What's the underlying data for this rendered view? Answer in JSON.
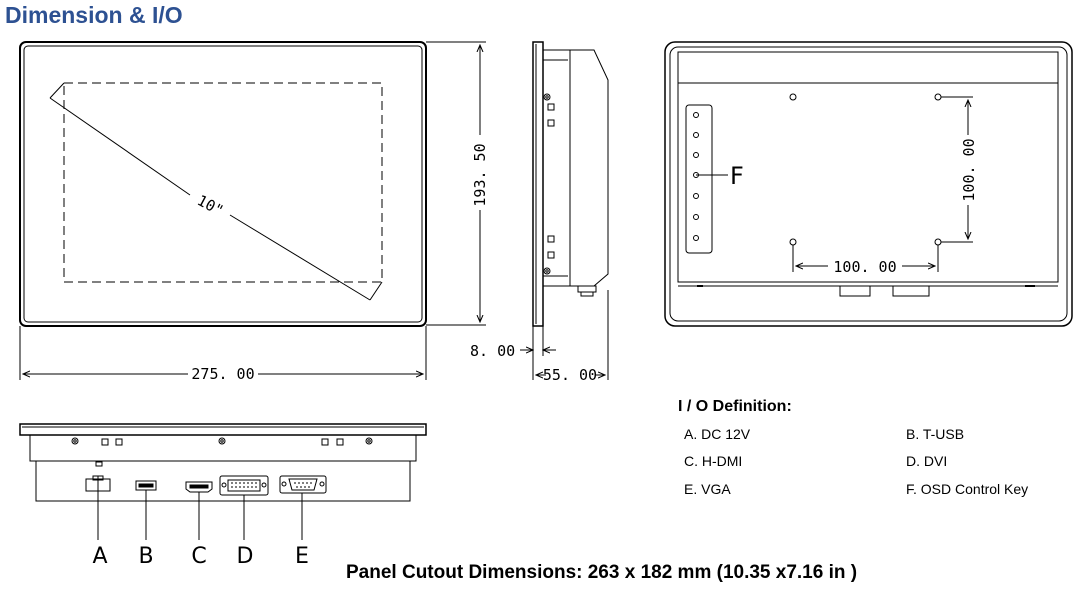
{
  "title": "Dimension & I/O",
  "dimensions": {
    "width": "275. 00",
    "height": "193. 50",
    "diagonal": "10\"",
    "front_depth": "8. 00",
    "total_depth": "55. 00",
    "vesa_h": "100. 00",
    "vesa_v": "100. 00"
  },
  "port_tags": [
    "A",
    "B",
    "C",
    "D",
    "E"
  ],
  "osd_tag": "F",
  "io": {
    "heading": "I / O Definition:",
    "items": [
      "A. DC 12V",
      "B. T-USB",
      "C. H-DMI",
      "D. DVI",
      "E. VGA",
      "F. OSD Control Key"
    ]
  },
  "cutout": "Panel Cutout Dimensions: 263 x 182 mm (10.35 x7.16 in )"
}
